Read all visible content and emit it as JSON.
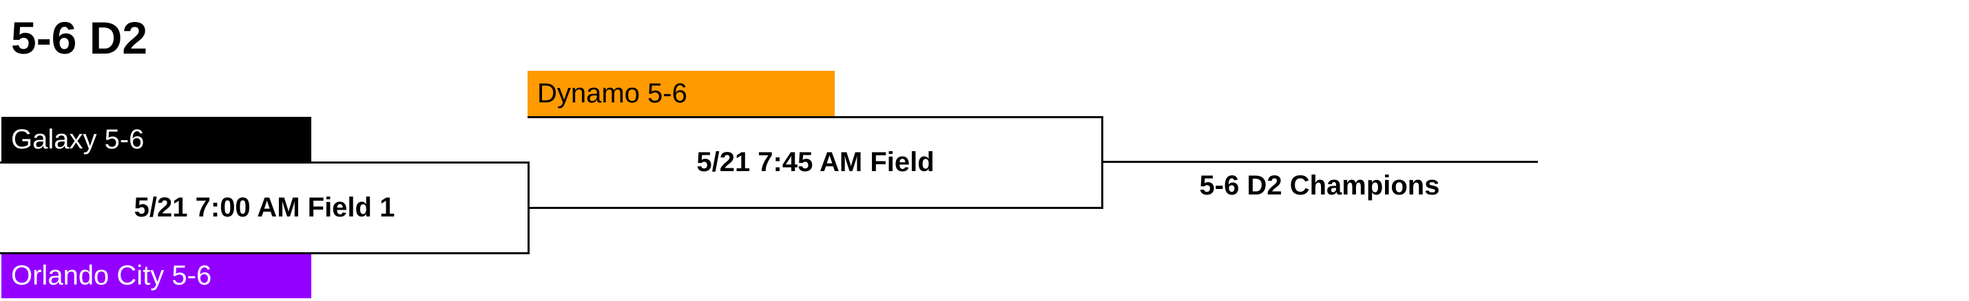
{
  "title": "5-6 D2",
  "colors": {
    "galaxy": "#000000",
    "orlando_city": "#9400ff",
    "dynamo": "#ff9a00"
  },
  "teams": {
    "galaxy": "Galaxy 5-6",
    "orlando_city": "Orlando City 5-6",
    "dynamo": "Dynamo 5-6"
  },
  "matches": {
    "round1": "5/21 7:00 AM Field 1",
    "round2": "5/21 7:45 AM Field"
  },
  "champion": "5-6 D2 Champions"
}
